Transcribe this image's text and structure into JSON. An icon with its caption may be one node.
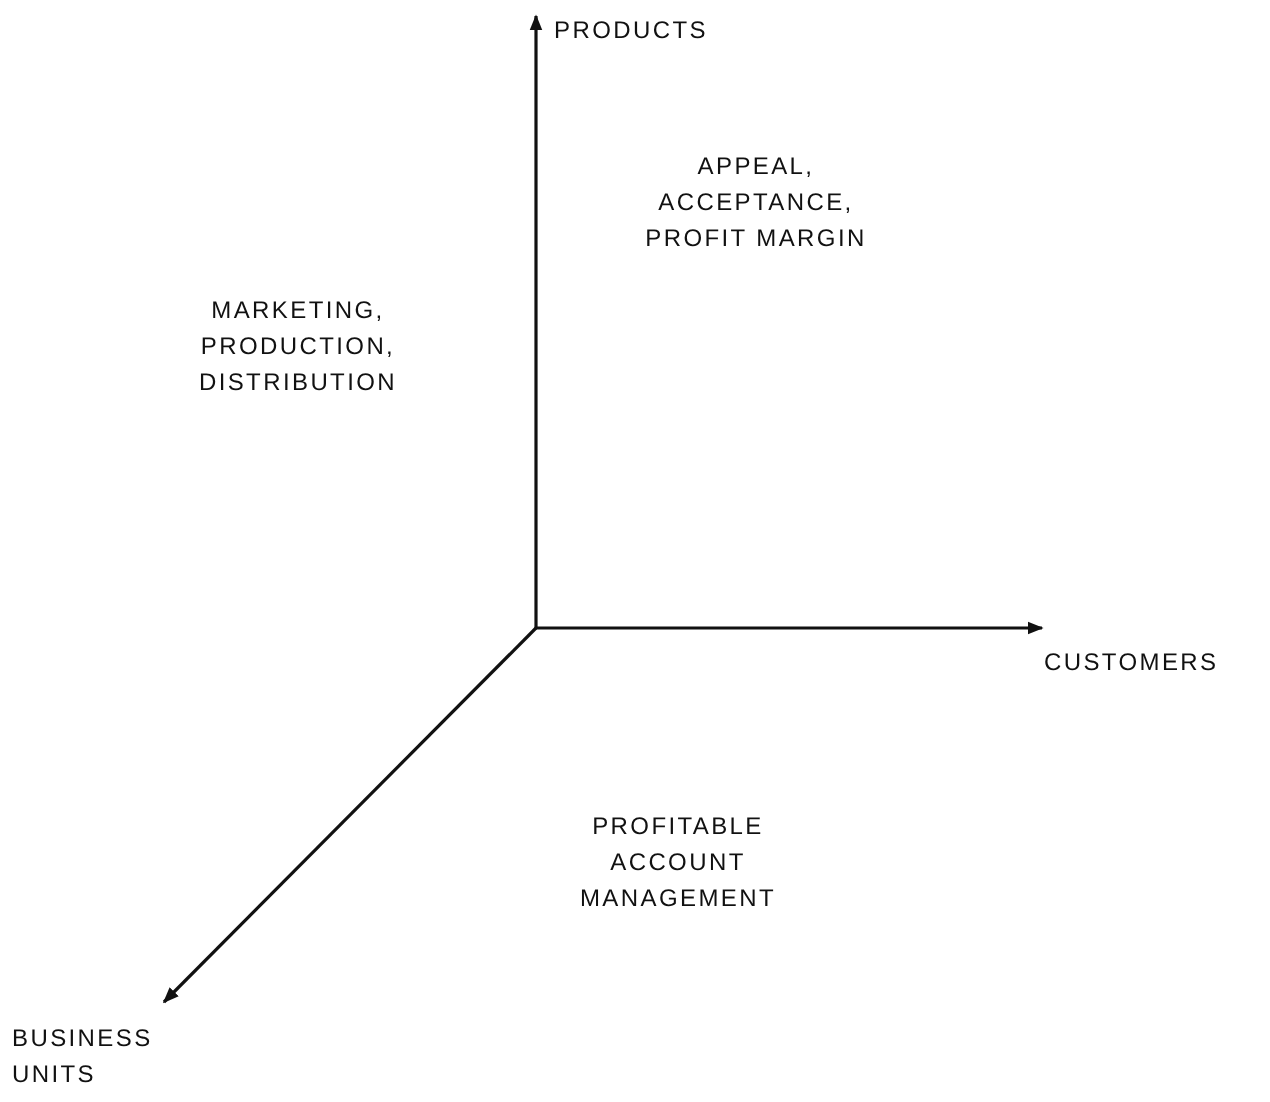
{
  "diagram": {
    "labels": [
      "PRODUCTS",
      "APPEAL, ACCEPTANCE, PROFIT MARGIN",
      "MARKETING, PRODUCTION, DISTRIBUTION",
      "CUSTOMERS",
      "PROFITABLE ACCOUNT MANAGEMENT",
      "BUSINESS UNITS"
    ]
  }
}
